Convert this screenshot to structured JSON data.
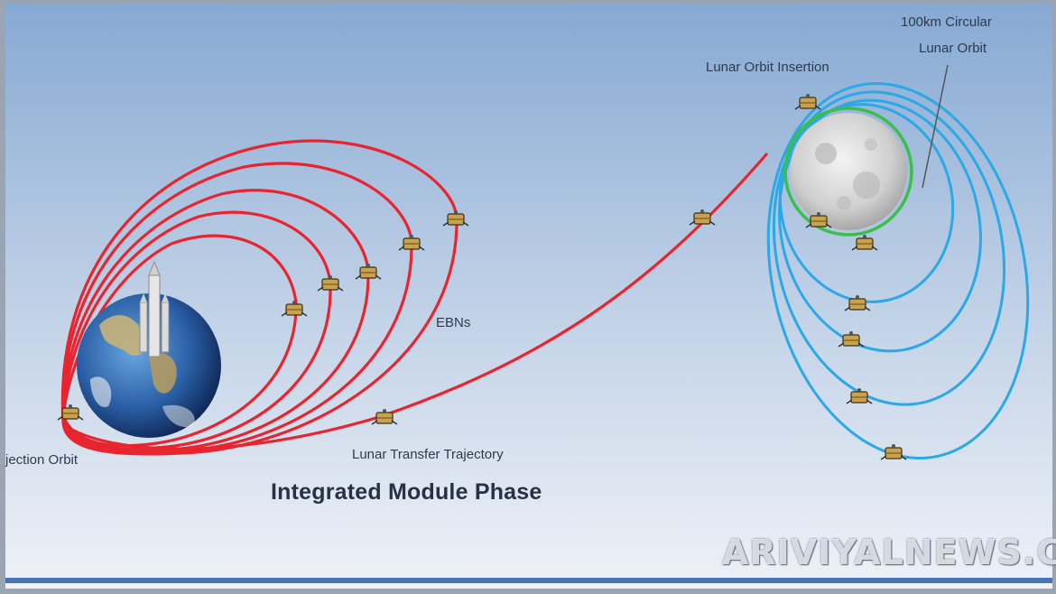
{
  "labels": {
    "earth_orbit": "jection Orbit",
    "ebns": "EBNs",
    "lunar_transfer": "Lunar Transfer Trajectory",
    "lunar_orbit_insertion": "Lunar Orbit Insertion",
    "circular_orbit_line1": "100km Circular",
    "circular_orbit_line2": "Lunar Orbit",
    "phase_title": "Integrated Module Phase",
    "watermark": "ARIVIYALNEWS.COM"
  },
  "colors": {
    "earth_orbits": "#e8242e",
    "lunar_orbits": "#2ba8e6",
    "circular_orbit": "#3cbf4a",
    "background_top": "#86a9d3",
    "background_bottom": "#eef2f7",
    "border": "#9aa4b3"
  },
  "icons": [
    "earth-icon",
    "moon-icon",
    "rocket-icon",
    "spacecraft-icon"
  ]
}
